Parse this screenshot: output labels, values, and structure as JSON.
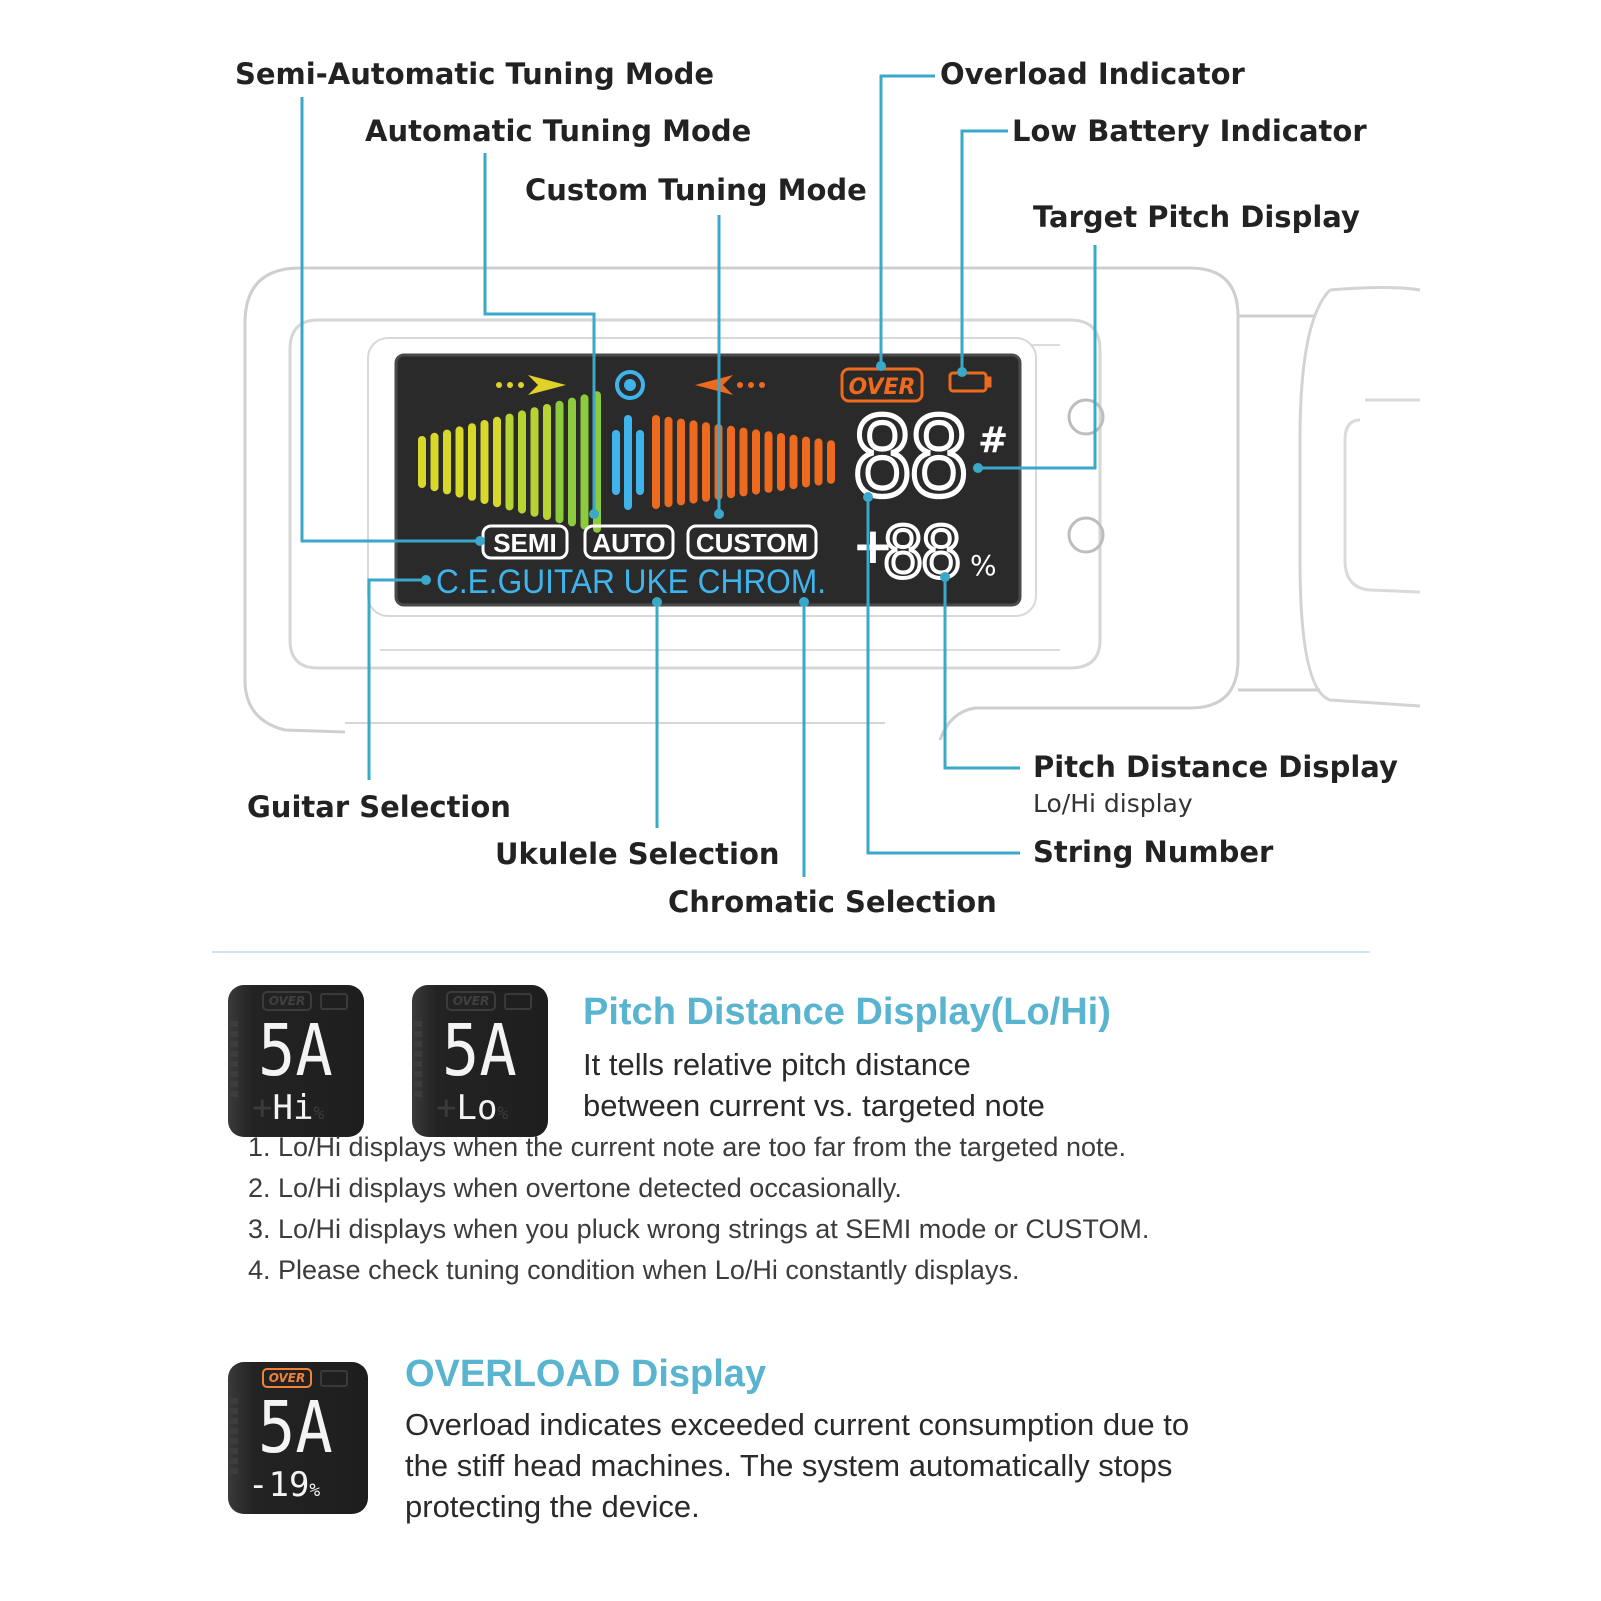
{
  "colors": {
    "accent": "#58b4cf",
    "leader": "#3aa9c9",
    "lcd_background": "#2a2a2a",
    "meter_yellow": "#d8d82a",
    "meter_green": "#8ccc3c",
    "meter_orange": "#ee6a1e",
    "meter_blue": "#3fb4ec",
    "overload_orange": "#f0823a"
  },
  "callouts": {
    "semi_auto_mode": "Semi-Automatic Tuning Mode",
    "auto_mode": "Automatic Tuning Mode",
    "custom_mode": "Custom Tuning Mode",
    "overload_indicator": "Overload Indicator",
    "low_battery_indicator": "Low Battery Indicator",
    "target_pitch_display": "Target Pitch Display",
    "pitch_distance_display": "Pitch Distance Display",
    "pitch_distance_sub": "Lo/Hi display",
    "string_number": "String Number",
    "guitar_selection": "Guitar Selection",
    "ukulele_selection": "Ukulele Selection",
    "chromatic_selection": "Chromatic Selection"
  },
  "lcd": {
    "modes": [
      "SEMI",
      "AUTO",
      "CUSTOM"
    ],
    "instrument_line": "C.E.GUITAR UKE CHROM.",
    "overload_label": "OVER",
    "note_digits": "88",
    "sharp_symbol": "#",
    "distance_sign": "+",
    "distance_digits": "88",
    "percent_symbol": "%",
    "battery_icon": "battery-icon"
  },
  "pitch_section": {
    "title": "Pitch Distance Display(Lo/Hi)",
    "description_lines": [
      "It tells relative pitch distance",
      "between current vs. targeted note"
    ],
    "examples": [
      {
        "note": "5A",
        "reading": "Hi"
      },
      {
        "note": "5A",
        "reading": "Lo"
      }
    ],
    "notes": [
      "1. Lo/Hi displays when the current note are too far from the targeted note.",
      "2. Lo/Hi displays when overtone detected occasionally.",
      "3. Lo/Hi displays when you pluck wrong strings at SEMI mode or CUSTOM.",
      "4. Please check tuning condition when Lo/Hi constantly displays."
    ]
  },
  "overload_section": {
    "title": "OVERLOAD Display",
    "description_lines": [
      "Overload indicates exceeded current consumption due to",
      "the stiff head machines. The system automatically stops",
      "protecting the device."
    ],
    "example": {
      "over_label": "OVER",
      "note": "5A",
      "reading": "-19",
      "unit": "%"
    }
  }
}
